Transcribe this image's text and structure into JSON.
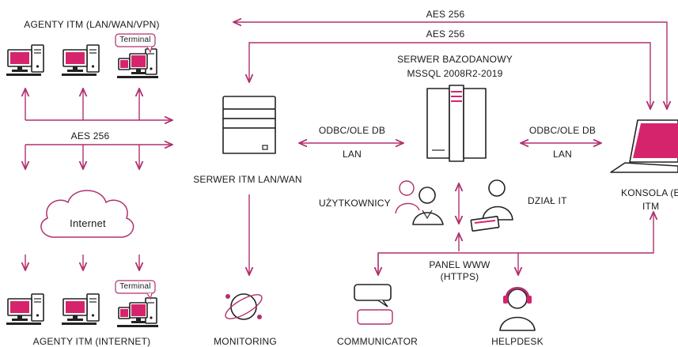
{
  "labels": {
    "agents_lan": "AGENTY ITM (LAN/WAN/VPN)",
    "agents_internet": "AGENTY ITM (INTERNET)",
    "aes_top": "AES 256",
    "aes_second": "AES 256",
    "aes_left": "AES 256",
    "terminal_top": "Terminal",
    "terminal_bottom": "Terminal",
    "internet": "Internet",
    "db_server_line1": "SERWER BAZODANOWY",
    "db_server_line2": "MSSQL 2008R2-2019",
    "itm_server": "SERWER ITM LAN/WAN",
    "odbc_left": "ODBC/OLE DB",
    "lan_left": "LAN",
    "odbc_right": "ODBC/OLE DB",
    "lan_right": "LAN",
    "users": "UŻYTKOWNICY",
    "it_dept": "DZIAŁ IT",
    "console_line1": "KONSOLA (E",
    "console_line2": "ITM",
    "panel_line1": "PANEL WWW",
    "panel_line2": "(HTTPS)",
    "monitoring": "MONITORING",
    "communicator": "COMMUNICATOR",
    "helpdesk": "HELPDESK"
  },
  "colors": {
    "accent": "#b0306e",
    "monitor_screen": "#d6246c",
    "outline": "#222222",
    "text": "#1a1a1a"
  }
}
